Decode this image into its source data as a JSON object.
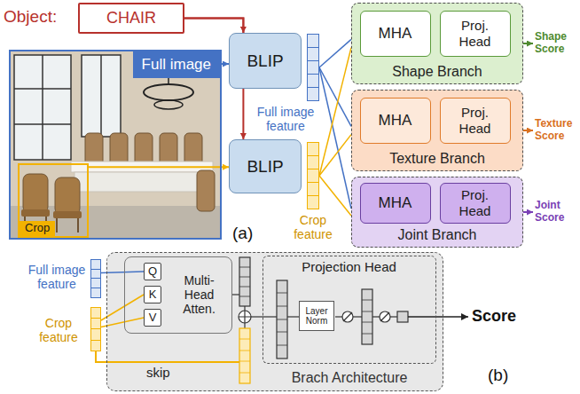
{
  "diagram": {
    "nodes": [
      {
        "text": [
          "CHAIR"
        ]
      },
      {
        "text": [
          "Full image"
        ]
      },
      {
        "text": [
          "Crop"
        ],
        "in": 1
      },
      {
        "text": [
          "BLIP"
        ]
      },
      {
        "text": [
          "BLIP"
        ]
      },
      {
        "text": [
          "Full image feature"
        ]
      },
      {
        "text": [
          "Crop feature"
        ]
      },
      {
        "text": [
          "Shape Branch"
        ]
      },
      {
        "text": [
          "MHA"
        ],
        "in": 7
      },
      {
        "text": [
          "Proj. Head"
        ],
        "in": 7
      },
      {
        "text": [
          "Texture Branch"
        ]
      },
      {
        "text": [
          "MHA"
        ],
        "in": 10
      },
      {
        "text": [
          "Proj. Head"
        ],
        "in": 10
      },
      {
        "text": [
          "Joint Branch"
        ]
      },
      {
        "text": [
          "MHA"
        ],
        "in": 13
      },
      {
        "text": [
          "Proj. Head"
        ],
        "in": 13
      },
      {
        "text": [
          "Brach Architecture"
        ]
      },
      {
        "text": [
          "Full image feature"
        ]
      },
      {
        "text": [
          "Crop feature"
        ]
      },
      {
        "text": [
          "Multi-Head Atten."
        ],
        "in": 16
      },
      {
        "text": [
          "Q"
        ],
        "in": 19
      },
      {
        "text": [
          "K"
        ],
        "in": 19
      },
      {
        "text": [
          "V"
        ],
        "in": 19
      },
      {
        "text": [
          "Projection Head"
        ],
        "in": 16
      },
      {
        "text": [
          "Layer Norm"
        ],
        "in": 23
      }
    ],
    "edges": [
      {
        "from": 0,
        "to": 3,
        "arrow": "to"
      },
      {
        "from": 0,
        "to": 4,
        "arrow": "to"
      },
      {
        "from": 1,
        "to": 3,
        "arrow": "to"
      },
      {
        "from": 2,
        "to": 4,
        "arrow": "to"
      },
      {
        "from": 5,
        "to": 7,
        "arrow": "none"
      },
      {
        "from": 5,
        "to": 10,
        "arrow": "none"
      },
      {
        "from": 5,
        "to": 13,
        "arrow": "none"
      },
      {
        "from": 6,
        "to": 7,
        "arrow": "none"
      },
      {
        "from": 6,
        "to": 10,
        "arrow": "none"
      },
      {
        "from": 6,
        "to": 13,
        "arrow": "none"
      },
      {
        "from": 17,
        "to": 20,
        "arrow": "none"
      },
      {
        "from": 18,
        "to": 21,
        "arrow": "none"
      },
      {
        "from": 18,
        "to": 22,
        "arrow": "none"
      }
    ],
    "labels": [
      "Object:",
      "Shape Score",
      "Texture Score",
      "Joint Score",
      "(a)",
      "skip",
      "Score",
      "(b)"
    ]
  }
}
